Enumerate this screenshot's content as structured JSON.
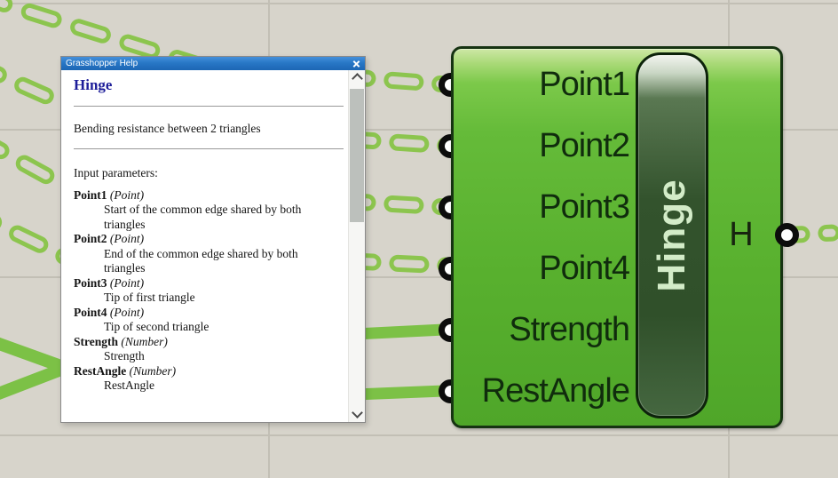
{
  "canvas": {
    "bg_color": "#d7d4cb",
    "grid_color": "#c2bfb5",
    "wire_green": "#8cc54e",
    "wire_solid_green": "#7cc146"
  },
  "help_window": {
    "title": "Grasshopper Help",
    "heading": "Hinge",
    "heading_color": "#1d1d99",
    "summary": "Bending resistance between 2 triangles",
    "section_label": "Input parameters:",
    "params": [
      {
        "name": "Point1",
        "type": "(Point)",
        "desc": "Start of the common edge shared by both triangles"
      },
      {
        "name": "Point2",
        "type": "(Point)",
        "desc": "End of the common edge shared by both triangles"
      },
      {
        "name": "Point3",
        "type": "(Point)",
        "desc": "Tip of first triangle"
      },
      {
        "name": "Point4",
        "type": "(Point)",
        "desc": "Tip of second triangle"
      },
      {
        "name": "Strength",
        "type": "(Number)",
        "desc": "Strength"
      },
      {
        "name": "RestAngle",
        "type": "(Number)",
        "desc": "RestAngle"
      }
    ],
    "icons": {
      "close": "close-x",
      "scroll_up": "chevron-up",
      "scroll_down": "chevron-down"
    }
  },
  "component": {
    "name": "Hinge",
    "inputs": [
      "Point1",
      "Point2",
      "Point3",
      "Point4",
      "Strength",
      "RestAngle"
    ],
    "outputs": [
      "H"
    ],
    "colors": {
      "body_green": "#58b02e",
      "body_highlight": "#cde7a5",
      "capsule_green": "#33532d",
      "capsule_text": "#d3ecc8",
      "outline": "#163312",
      "label_text": "#102c0d"
    }
  }
}
